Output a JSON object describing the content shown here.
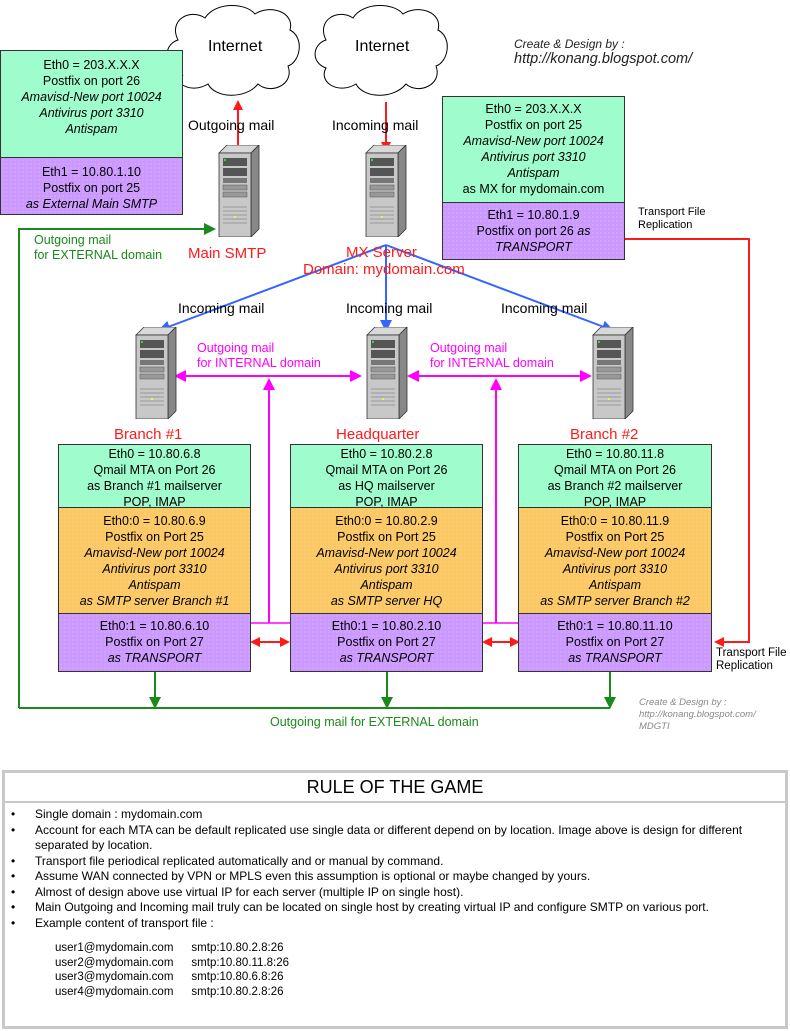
{
  "diagram": {
    "title_credit": {
      "line1": "Create & Design by :",
      "line2": "http://konang.blogspot.com/"
    },
    "clouds": [
      {
        "label": "Internet"
      },
      {
        "label": "Internet"
      }
    ],
    "main_smtp": {
      "name": "Main SMTP",
      "flow_label": "Outgoing mail",
      "eth0": {
        "lines": [
          "Eth0 = 203.X.X.X",
          "Postfix on port 26"
        ],
        "italic_lines": [
          "Amavisd-New port 10024",
          "Antivirus port 3310",
          "Antispam"
        ]
      },
      "eth1": {
        "lines": [
          "Eth1 = 10.80.1.10",
          "Postfix on port 25"
        ],
        "italic_lines": [
          "as External Main SMTP"
        ]
      }
    },
    "mx_server": {
      "name": "MX Server",
      "domain": "Domain: mydomain.com",
      "flow_label": "Incoming mail",
      "eth0": {
        "lines": [
          "Eth0 = 203.X.X.X",
          "Postfix on port 25"
        ],
        "italic_lines": [
          "Amavisd-New port 10024",
          "Antivirus port 3310",
          "Antispam"
        ],
        "tail": "as MX for mydomain.com"
      },
      "eth1": {
        "line1": "Eth1 = 10.80.1.9",
        "line2_plain": "Postfix on port 26 ",
        "line2_italic": "as",
        "line3_italic": "TRANSPORT"
      }
    },
    "labels": {
      "outgoing_external_top": [
        "Outgoing mail",
        "for EXTERNAL domain"
      ],
      "outgoing_external_bottom": "Outgoing mail for EXTERNAL domain",
      "incoming_mail": "Incoming mail",
      "outgoing_internal": [
        "Outgoing mail",
        "for INTERNAL domain"
      ],
      "transport_replication": [
        "Transport File",
        "Replication"
      ]
    },
    "sites": [
      {
        "name": "Branch #1",
        "eth0": [
          "Eth0 = 10.80.6.8",
          "Qmail MTA on Port 26",
          "as Branch #1 mailserver",
          "POP, IMAP"
        ],
        "eth00": {
          "lines": [
            "Eth0:0 = 10.80.6.9",
            "Postfix on Port 25"
          ],
          "italic_lines": [
            "Amavisd-New port 10024",
            "Antivirus port 3310",
            "Antispam",
            "as SMTP server Branch #1"
          ]
        },
        "eth01": {
          "lines": [
            "Eth0:1 = 10.80.6.10",
            "Postfix on Port 27"
          ],
          "italic_lines": [
            "as TRANSPORT"
          ]
        }
      },
      {
        "name": "Headquarter",
        "eth0": [
          "Eth0 = 10.80.2.8",
          "Qmail MTA on Port 26",
          "as HQ mailserver",
          "POP, IMAP"
        ],
        "eth00": {
          "lines": [
            "Eth0:0 = 10.80.2.9",
            "Postfix on Port 25"
          ],
          "italic_lines": [
            "Amavisd-New port 10024",
            "Antivirus port 3310",
            "Antispam",
            "as SMTP server HQ"
          ]
        },
        "eth01": {
          "lines": [
            "Eth0:1 = 10.80.2.10",
            "Postfix on Port 27"
          ],
          "italic_lines": [
            "as TRANSPORT"
          ]
        }
      },
      {
        "name": "Branch #2",
        "eth0": [
          "Eth0 = 10.80.11.8",
          "Qmail MTA on Port 26",
          "as Branch #2 mailserver",
          "POP, IMAP"
        ],
        "eth00": {
          "lines": [
            "Eth0:0 = 10.80.11.9",
            "Postfix on Port 25"
          ],
          "italic_lines": [
            "Amavisd-New port 10024",
            "Antivirus port 3310",
            "Antispam",
            "as SMTP server Branch #2"
          ]
        },
        "eth01": {
          "lines": [
            "Eth0:1 = 10.80.11.10",
            "Postfix on Port 27"
          ],
          "italic_lines": [
            "as TRANSPORT"
          ]
        }
      }
    ],
    "small_credit": [
      "Create & Design by :",
      "http://konang.blogspot.com/",
      "MDGTI"
    ],
    "colors": {
      "green_box": "#9ffccc",
      "orange_box": "#fcc864",
      "purple_box": "#cc99ff",
      "red": "#ff1a1a",
      "magenta": "#ff00ff",
      "blue": "#3366ff",
      "green_line": "#1a8a1a"
    }
  },
  "rules": {
    "title": "RULE OF THE GAME",
    "bullet": "•",
    "items": [
      "Single domain : mydomain.com",
      "Account for each MTA can be default replicated use single data or different depend on by location. Image above is design for different separated by location.",
      "Transport file periodical replicated automatically and or manual by command.",
      "Assume WAN connected by VPN or MPLS even this assumption is optional or maybe changed by yours.",
      "Almost of design above use virtual IP for each server (multiple IP on single host).",
      "Main Outgoing and Incoming mail truly can be located on single host by creating virtual IP and configure SMTP on various port.",
      "Example content of transport file :"
    ],
    "transport_file": [
      {
        "user": "user1@mydomain.com",
        "route": "smtp:10.80.2.8:26"
      },
      {
        "user": "user2@mydomain.com",
        "route": "smtp:10.80.11.8:26"
      },
      {
        "user": "user3@mydomain.com",
        "route": "smtp:10.80.6.8:26"
      },
      {
        "user": "user4@mydomain.com",
        "route": "smtp:10.80.2.8:26"
      }
    ]
  }
}
